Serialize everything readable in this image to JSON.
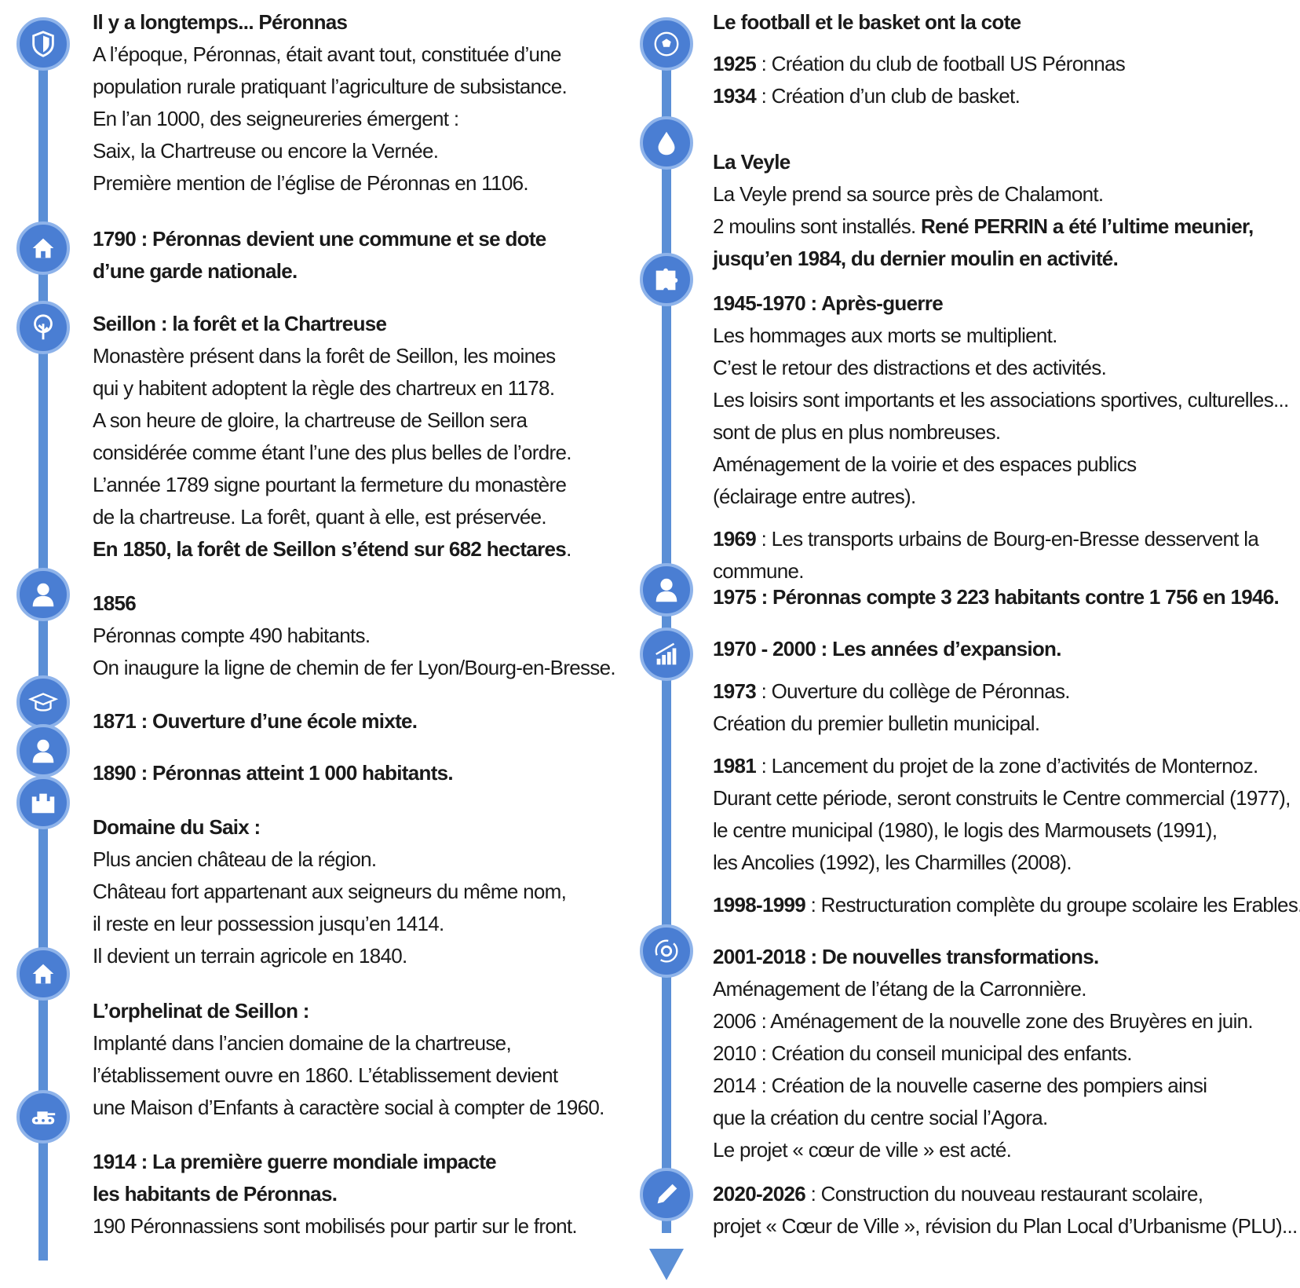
{
  "left": [
    {
      "title": "Il y a longtemps... Péronnas",
      "lines": [
        "A l’époque, Péronnas, était avant tout, constituée d’une",
        "population rurale pratiquant l’agriculture de subsistance.",
        "En l’an 1000, des seigneureries émergent :",
        "Saix, la Chartreuse ou encore la Vernée.",
        "Première mention de l’église de Péronnas en 1106."
      ]
    },
    {
      "title": "1790 : Péronnas devient une commune et se dote",
      "title2": "d’une garde nationale."
    },
    {
      "title": "Seillon : la forêt et la Chartreuse",
      "lines": [
        "Monastère présent dans la forêt de Seillon, les moines",
        "qui y habitent adoptent la règle des chartreux en 1178.",
        "A son heure de gloire, la chartreuse de Seillon sera",
        "considérée comme étant l’une des plus belles de l’ordre.",
        "L’année 1789 signe pourtant la fermeture du monastère",
        "de la chartreuse. La forêt, quant à elle, est préservée."
      ],
      "bold_line": "En 1850, la forêt de Seillon s’étend sur 682 hectares"
    },
    {
      "title": "1856",
      "lines": [
        "Péronnas compte 490 habitants.",
        "On inaugure la ligne de chemin de fer Lyon/Bourg-en-Bresse."
      ]
    },
    {
      "title": "1871 : Ouverture d’une école mixte."
    },
    {
      "title": "1890 : Péronnas atteint 1 000 habitants."
    },
    {
      "title": "Domaine du Saix :",
      "lines": [
        "Plus ancien château de la région.",
        "Château fort appartenant aux seigneurs du même nom,",
        "il reste en leur possession jusqu’en 1414.",
        "Il devient un terrain agricole en 1840."
      ]
    },
    {
      "title": "L’orphelinat de Seillon :",
      "lines": [
        "Implanté dans l’ancien domaine de la chartreuse,",
        "l’établissement ouvre en 1860. L’établissement devient",
        "une Maison d’Enfants à caractère social à compter de 1960."
      ]
    },
    {
      "title": "1914 :  La première guerre mondiale impacte",
      "title2": "les habitants de Péronnas.",
      "lines": [
        "190 Péronnassiens sont mobilisés pour partir sur le front."
      ]
    }
  ],
  "right": [
    {
      "title": "Le football et le basket ont la cote",
      "items": [
        {
          "b": "1925",
          "t": " : Création du club de football US Péronnas"
        },
        {
          "b": "1934",
          "t": " : Création d’un club de basket."
        }
      ]
    },
    {
      "title": "La Veyle",
      "lines": [
        "La Veyle prend sa source près de Chalamont."
      ],
      "mixed_a": "2 moulins sont installés. ",
      "mixed_b": "René PERRIN a été l’ultime meunier,",
      "bold_line": "jusqu’en 1984, du dernier moulin en activité."
    },
    {
      "title": "1945-1970 : Après-guerre",
      "lines": [
        "Les hommages aux morts se multiplient.",
        "C’est le retour des distractions et des activités.",
        "Les loisirs sont importants et les associations sportives, culturelles...",
        "sont de plus en plus nombreuses.",
        "Aménagement de la voirie et des espaces publics",
        "(éclairage entre autres)."
      ],
      "sub_b": "1969",
      "sub_t": " : Les transports urbains de Bourg-en-Bresse desservent la",
      "sub_t2": "commune."
    },
    {
      "title": "1975 : Péronnas compte 3 223 habitants contre 1 756 en 1946."
    },
    {
      "title": "1970 - 2000 : Les années d’expansion.",
      "b1": "1973",
      "t1": " : Ouverture du collège de Péronnas.",
      "l1": "Création du premier bulletin municipal.",
      "b2": "1981",
      "t2": " : Lancement du projet de la zone d’activités de Monternoz.",
      "l2": [
        "Durant cette période, seront construits le Centre commercial (1977),",
        " le centre municipal (1980), le logis des Marmousets (1991),",
        "les Ancolies (1992), les Charmilles (2008)."
      ],
      "b3": "1998-1999",
      "t3": " : Restructuration complète du groupe scolaire les Erables."
    },
    {
      "title": "2001-2018 : De nouvelles transformations.",
      "lines": [
        "Aménagement de l’étang de la Carronnière.",
        "2006 : Aménagement de la nouvelle zone des Bruyères en juin.",
        "2010 : Création du conseil municipal des enfants.",
        "2014 : Création de la nouvelle caserne des pompiers ainsi",
        "que la création du centre social l’Agora.",
        "Le projet « cœur de ville » est acté."
      ]
    },
    {
      "b": "2020-2026",
      "t": " : Construction du nouveau restaurant scolaire,",
      "l": "projet « Cœur de Ville », révision du Plan Local d’Urbanisme (PLU)..."
    }
  ],
  "colors": {
    "line": "#5b8fd6",
    "icon": "#4a7ed3",
    "icon_ring": "#8eb3ea"
  },
  "icons_left": [
    "shield-icon",
    "house-icon",
    "tree-icon",
    "person-icon",
    "graduation-cap-icon",
    "person-icon",
    "castle-icon",
    "house-icon",
    "tank-icon"
  ],
  "icons_right": [
    "football-icon",
    "water-drop-icon",
    "puzzle-icon",
    "person-icon",
    "growth-chart-icon",
    "gear-cycle-icon",
    "pen-icon"
  ]
}
